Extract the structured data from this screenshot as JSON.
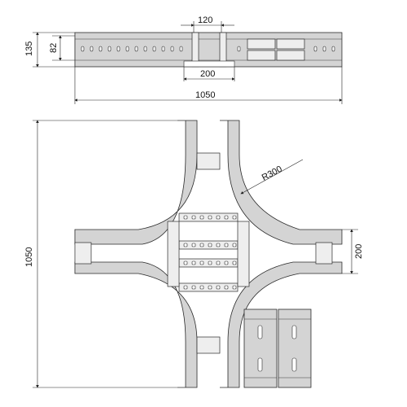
{
  "dimensions": {
    "side_height": "135",
    "side_inner": "82",
    "top_gap": "120",
    "top_width": "200",
    "total_width": "1050",
    "total_height": "1050",
    "radius": "R300",
    "arm_width": "200"
  },
  "colors": {
    "line": "#2a2a2a",
    "fill": "#d4d4d4",
    "background": "#ffffff"
  }
}
